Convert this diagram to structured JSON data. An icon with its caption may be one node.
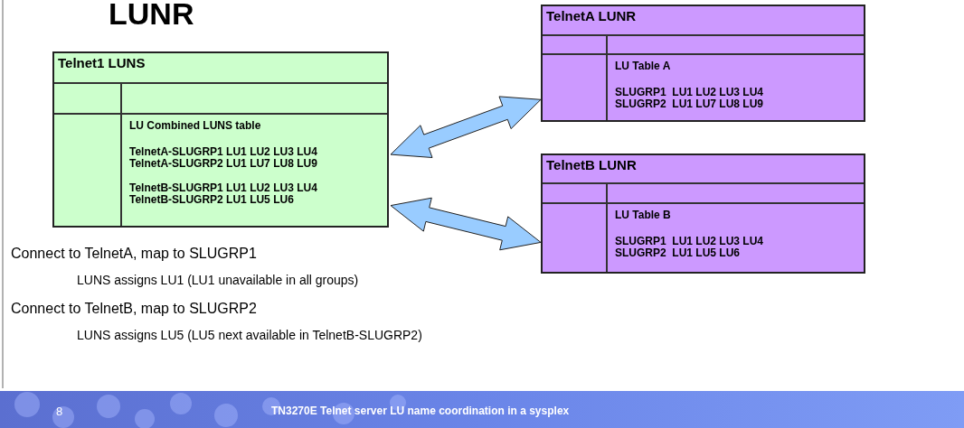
{
  "diagram": {
    "title": "LUNR",
    "nodes": [
      {
        "text": [
          "Telnet1 LUNS",
          "LU Combined LUNS table",
          "TelnetA-SLUGRP1 LU1 LU2 LU3 LU4",
          "TelnetA-SLUGRP2 LU1 LU7 LU8 LU9",
          "TelnetB-SLUGRP1 LU1 LU2 LU3 LU4",
          "TelnetB-SLUGRP2 LU1 LU5 LU6"
        ]
      },
      {
        "text": [
          "TelnetA LUNR",
          "LU Table A",
          "SLUGRP1  LU1 LU2 LU3 LU4",
          "SLUGRP2  LU1 LU7 LU8 LU9"
        ]
      },
      {
        "text": [
          "TelnetB LUNR",
          "LU Table B",
          "SLUGRP1  LU1 LU2 LU3 LU4",
          "SLUGRP2  LU1 LU5 LU6"
        ]
      }
    ],
    "edges": [
      {
        "from": 0,
        "to": 1,
        "arrow": "both"
      },
      {
        "from": 0,
        "to": 2,
        "arrow": "both"
      }
    ],
    "labels": [
      "Connect to TelnetA, map to SLUGRP1",
      "LUNS assigns LU1 (LU1 unavailable in all groups)",
      "Connect to TelnetB, map to SLUGRP2",
      "LUNS assigns LU5 (LU5 next available in TelnetB-SLUGRP2)",
      "8",
      "TN3270E Telnet server LU name coordination in a sysplex"
    ]
  }
}
